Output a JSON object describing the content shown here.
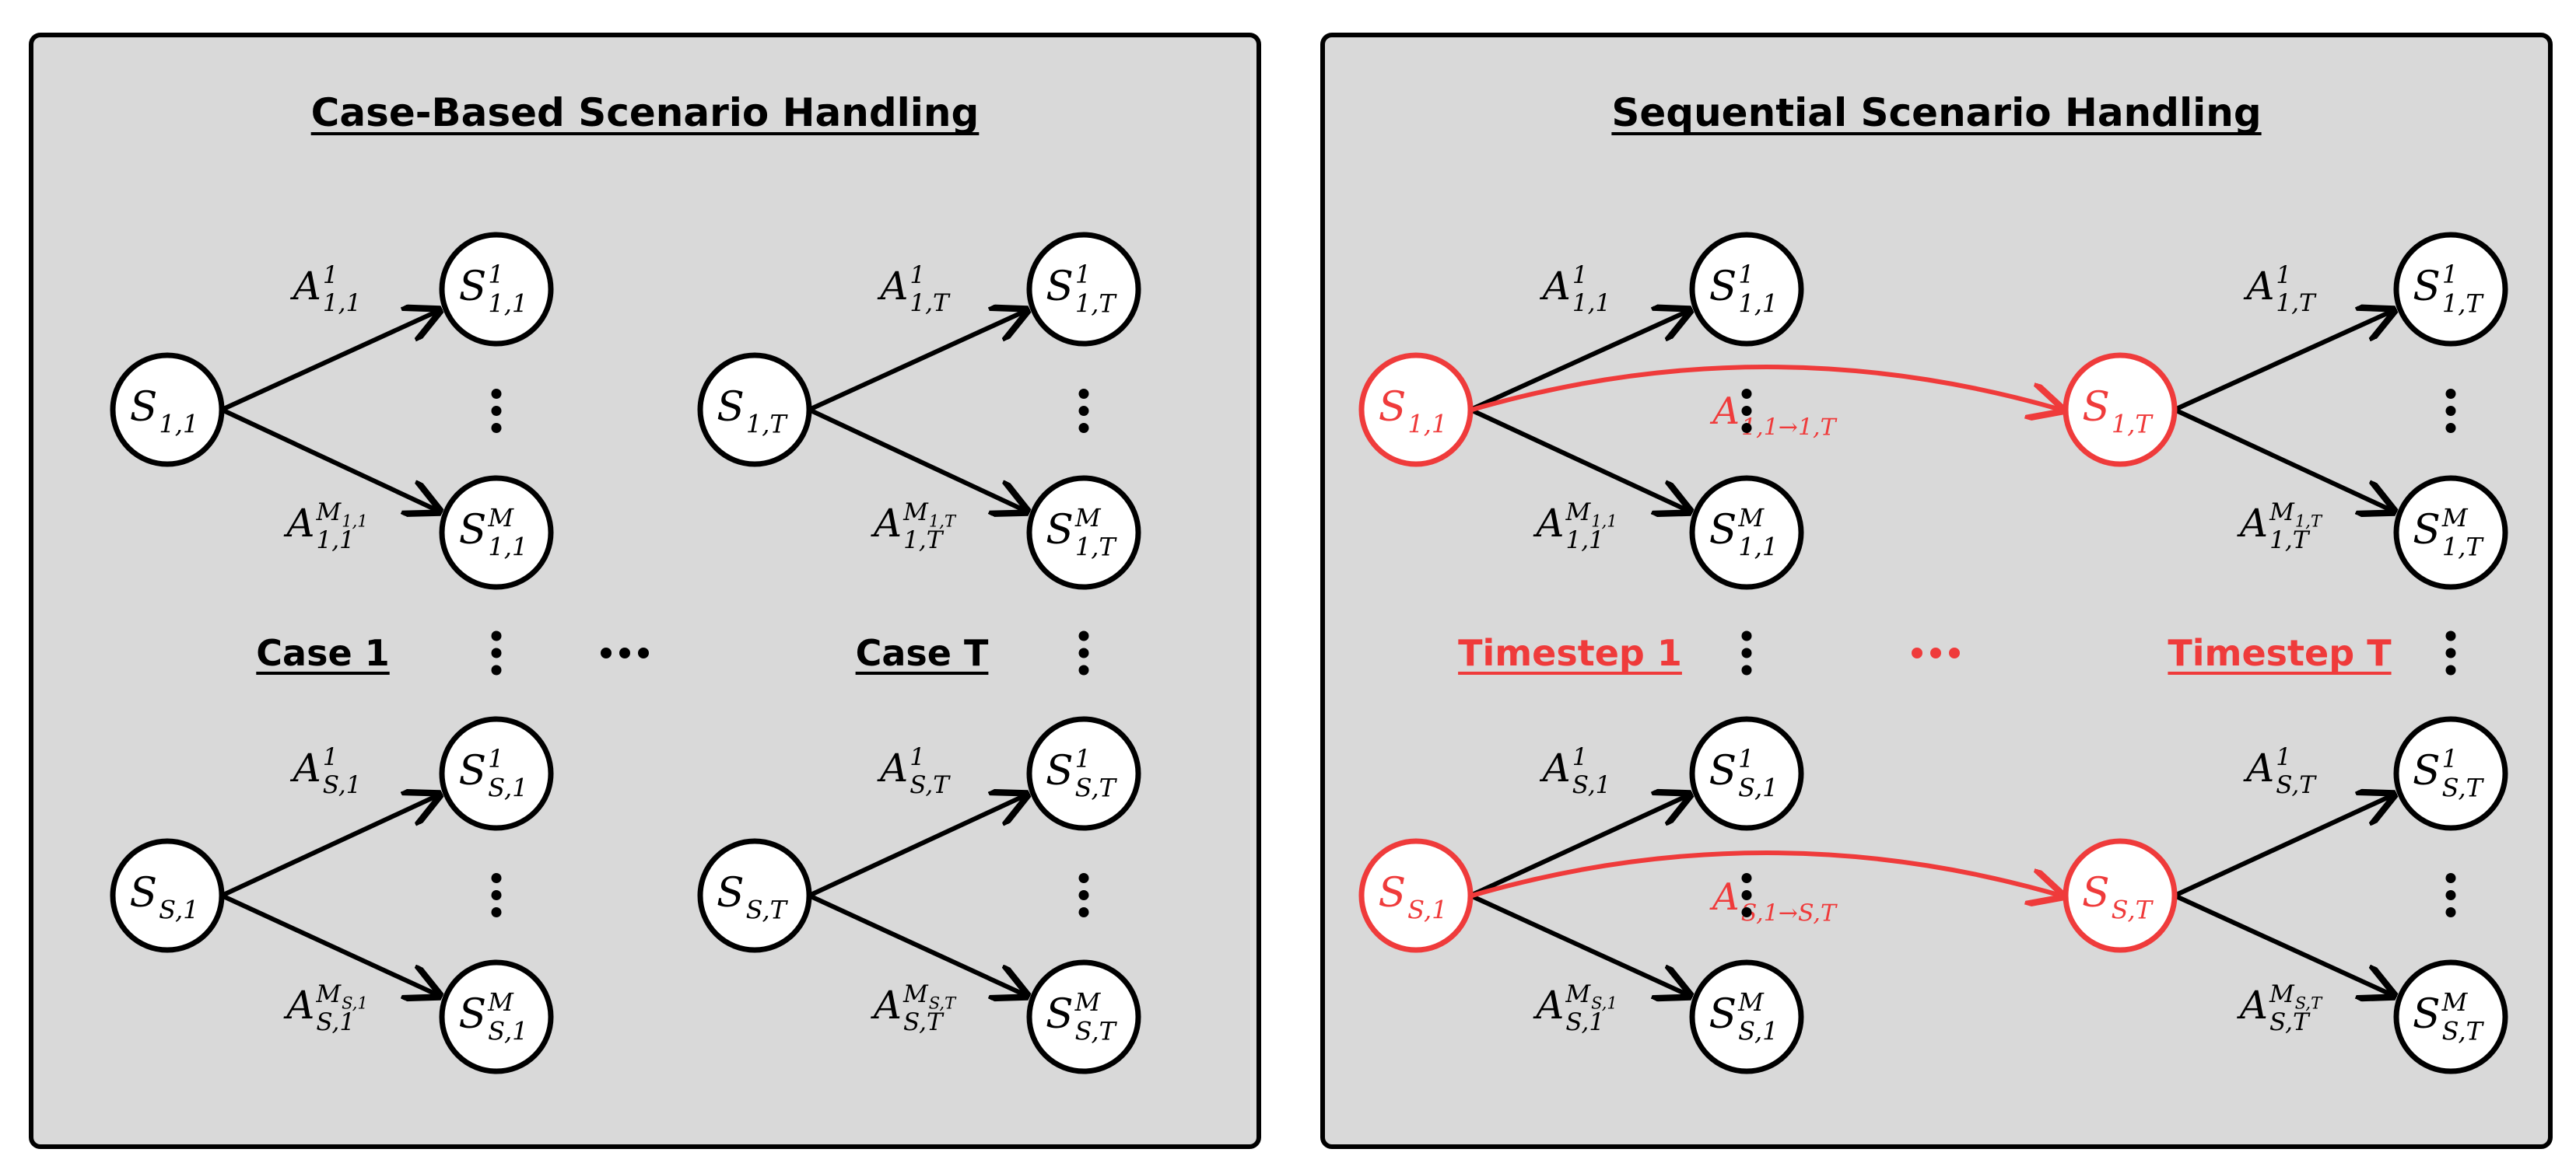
{
  "colors": {
    "panel": "#d9d9d9",
    "ink": "#000000",
    "highlight": "#ef3b3b"
  },
  "panels": [
    {
      "title": "Case-Based Scenario Handling",
      "left_label": "Case 1",
      "right_label": "Case T",
      "label_color": "ink",
      "groups": [
        {
          "root": {
            "base": "S",
            "sub": "1,1"
          },
          "top": {
            "base": "S",
            "sup": "1",
            "sub": "1,1"
          },
          "bottom": {
            "base": "S",
            "sup": "M",
            "sub": "1,1"
          },
          "top_edge": {
            "base": "A",
            "sup": "1",
            "sub": "1,1"
          },
          "bottom_edge": {
            "base": "A",
            "sup": "M1,1",
            "sub": "1,1"
          }
        },
        {
          "root": {
            "base": "S",
            "sub": "S,1"
          },
          "top": {
            "base": "S",
            "sup": "1",
            "sub": "S,1"
          },
          "bottom": {
            "base": "S",
            "sup": "M",
            "sub": "S,1"
          },
          "top_edge": {
            "base": "A",
            "sup": "1",
            "sub": "S,1"
          },
          "bottom_edge": {
            "base": "A",
            "sup": "MS,1",
            "sub": "S,1"
          }
        },
        {
          "root": {
            "base": "S",
            "sub": "1,T"
          },
          "top": {
            "base": "S",
            "sup": "1",
            "sub": "1,T"
          },
          "bottom": {
            "base": "S",
            "sup": "M",
            "sub": "1,T"
          },
          "top_edge": {
            "base": "A",
            "sup": "1",
            "sub": "1,T"
          },
          "bottom_edge": {
            "base": "A",
            "sup": "M1,T",
            "sub": "1,T"
          }
        },
        {
          "root": {
            "base": "S",
            "sub": "S,T"
          },
          "top": {
            "base": "S",
            "sup": "1",
            "sub": "S,T"
          },
          "bottom": {
            "base": "S",
            "sup": "M",
            "sub": "S,T"
          },
          "top_edge": {
            "base": "A",
            "sup": "1",
            "sub": "S,T"
          },
          "bottom_edge": {
            "base": "A",
            "sup": "MS,T",
            "sub": "S,T"
          }
        }
      ],
      "transitions": []
    },
    {
      "title": "Sequential Scenario Handling",
      "left_label": "Timestep 1",
      "right_label": "Timestep T",
      "label_color": "highlight",
      "groups": [
        {
          "root": {
            "base": "S",
            "sub": "1,1",
            "highlight": true
          },
          "top": {
            "base": "S",
            "sup": "1",
            "sub": "1,1"
          },
          "bottom": {
            "base": "S",
            "sup": "M",
            "sub": "1,1"
          },
          "top_edge": {
            "base": "A",
            "sup": "1",
            "sub": "1,1"
          },
          "bottom_edge": {
            "base": "A",
            "sup": "M1,1",
            "sub": "1,1"
          }
        },
        {
          "root": {
            "base": "S",
            "sub": "S,1",
            "highlight": true
          },
          "top": {
            "base": "S",
            "sup": "1",
            "sub": "S,1"
          },
          "bottom": {
            "base": "S",
            "sup": "M",
            "sub": "S,1"
          },
          "top_edge": {
            "base": "A",
            "sup": "1",
            "sub": "S,1"
          },
          "bottom_edge": {
            "base": "A",
            "sup": "MS,1",
            "sub": "S,1"
          }
        },
        {
          "root": {
            "base": "S",
            "sub": "1,T",
            "highlight": true
          },
          "top": {
            "base": "S",
            "sup": "1",
            "sub": "1,T"
          },
          "bottom": {
            "base": "S",
            "sup": "M",
            "sub": "1,T"
          },
          "top_edge": {
            "base": "A",
            "sup": "1",
            "sub": "1,T"
          },
          "bottom_edge": {
            "base": "A",
            "sup": "M1,T",
            "sub": "1,T"
          }
        },
        {
          "root": {
            "base": "S",
            "sub": "S,T",
            "highlight": true
          },
          "top": {
            "base": "S",
            "sup": "1",
            "sub": "S,T"
          },
          "bottom": {
            "base": "S",
            "sup": "M",
            "sub": "S,T"
          },
          "top_edge": {
            "base": "A",
            "sup": "1",
            "sub": "S,T"
          },
          "bottom_edge": {
            "base": "A",
            "sup": "MS,T",
            "sub": "S,T"
          }
        }
      ],
      "transitions": [
        {
          "base": "A",
          "sub": "1,1→1,T"
        },
        {
          "base": "A",
          "sub": "S,1→S,T"
        }
      ]
    }
  ]
}
